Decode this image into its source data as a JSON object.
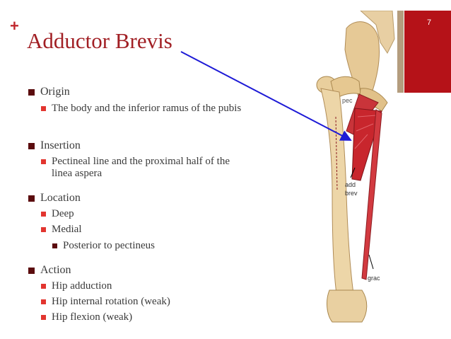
{
  "slide": {
    "number": "7",
    "title": "Adductor Brevis",
    "colors": {
      "title": "#a11f24",
      "accent_red": "#b51218",
      "accent_tan": "#b49d7e",
      "bullet_l1": "#5b0c0e",
      "bullet_l2": "#e2352f"
    }
  },
  "bullets": {
    "origin": {
      "label": "Origin",
      "items": [
        "The body and the inferior ramus of the pubis"
      ]
    },
    "insertion": {
      "label": "Insertion",
      "items": [
        "Pectineal line and the proximal half of the linea aspera"
      ]
    },
    "location": {
      "label": "Location",
      "items": [
        "Deep",
        "Medial"
      ],
      "sub": [
        "Posterior to pectineus"
      ]
    },
    "action": {
      "label": "Action",
      "items": [
        "Hip adduction",
        "Hip internal rotation (weak)",
        "Hip flexion (weak)"
      ]
    }
  },
  "figure": {
    "labels": {
      "pec": "pec",
      "add": "add",
      "brev": "brev",
      "grac": "grac"
    }
  }
}
